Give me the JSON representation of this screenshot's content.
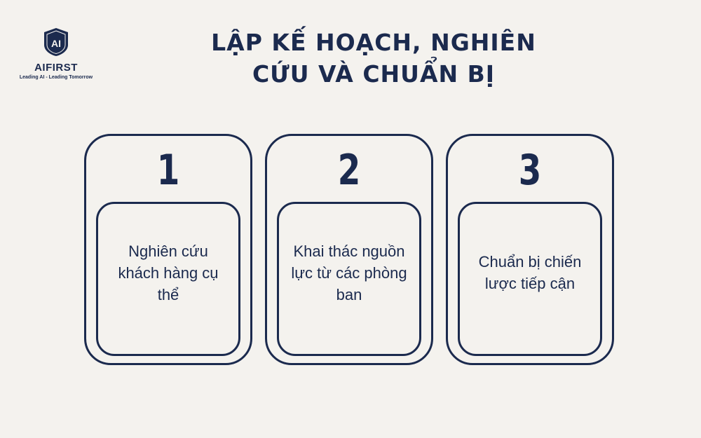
{
  "brand": {
    "name": "AIFIRST",
    "tagline": "Leading AI - Leading Tomorrow",
    "emblem_text": "AI"
  },
  "title": {
    "line1": "LẬP KẾ HOẠCH, NGHIÊN",
    "line2": "CỨU VÀ CHUẨN BỊ"
  },
  "steps": [
    {
      "number": "1",
      "text": "Nghiên cứu khách hàng cụ thể"
    },
    {
      "number": "2",
      "text": "Khai thác nguồn lực từ các phòng ban"
    },
    {
      "number": "3",
      "text": "Chuẩn bị chiến lược tiếp cận"
    }
  ],
  "colors": {
    "primary": "#1b2a4e",
    "background": "#f4f2ee"
  }
}
